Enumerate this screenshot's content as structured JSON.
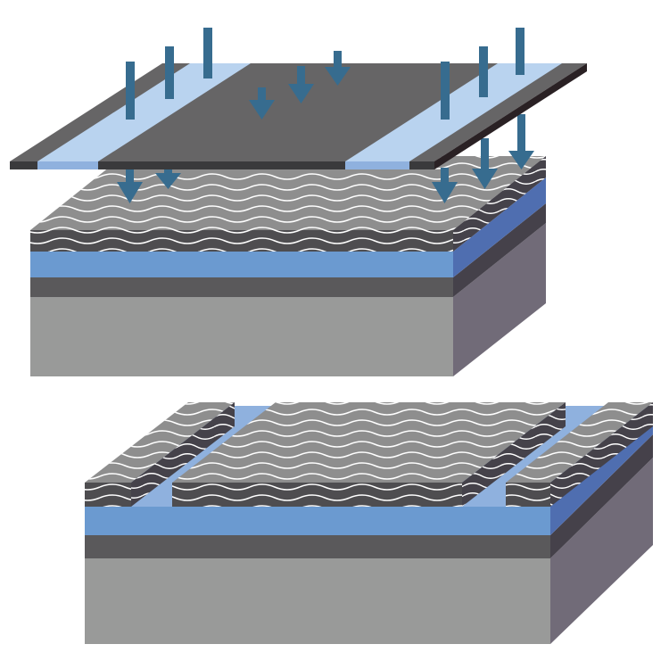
{
  "figure": {
    "description_text": "",
    "colors": {
      "background": "#ffffff",
      "mask_dark": "#666566",
      "mask_edge": "#3a3a3c",
      "mask_side": "#2a2124",
      "mask_window": "#b9d3ef",
      "arrow": "#376c8f",
      "resist_top": "#8e8e8e",
      "resist_front": "#4e4d50",
      "resist_side": "#45424a",
      "wave_line": "#ffffff",
      "blue_front": "#6b9ad0",
      "blue_side": "#4f6eb0",
      "blue_top": "#8fb1de",
      "dark_layer_front": "#5a595b",
      "dark_layer_side": "#45414a",
      "substrate_front": "#999a99",
      "substrate_side": "#716b78"
    },
    "panels": [
      {
        "name": "exposure-step",
        "elements": [
          "photomask",
          "uv-arrows",
          "photoresist-layer",
          "functional-layer",
          "intermediate-layer",
          "substrate"
        ]
      },
      {
        "name": "developed-step",
        "elements": [
          "patterned-photoresist-blocks",
          "exposed-functional-layer",
          "intermediate-layer",
          "substrate"
        ]
      }
    ]
  }
}
